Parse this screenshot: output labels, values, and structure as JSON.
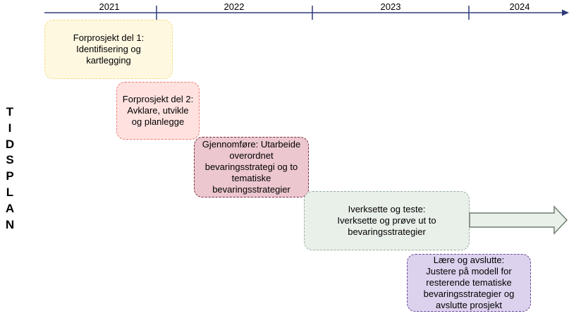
{
  "timeline": {
    "years": [
      "2021",
      "2022",
      "2023",
      "2024"
    ]
  },
  "side_label": {
    "letters": [
      "T",
      "I",
      "D",
      "S",
      "P",
      "L",
      "A",
      "N"
    ]
  },
  "phases": [
    {
      "text": "Forprosjekt del 1:\nIdentifisering og\nkartlegging"
    },
    {
      "text": "Forprosjekt del 2:\nAvklare, utvikle\nog planlegge"
    },
    {
      "text": "Gjennomføre: Utarbeide\noverordnet\nbevaringsstrategi og to\ntematiske\nbevaringsstrategier"
    },
    {
      "text": "Iverksette og teste:\nIverksette og prøve ut to\nbevaringsstrategier"
    },
    {
      "text": "Lære og avslutte:\nJustere på modell for\nresterende tematiske\nbevaringsstrategier og\navslutte prosjekt"
    }
  ],
  "colors": {
    "axis": "#2e3a78",
    "arrow_fill": "#e9efe9",
    "arrow_stroke": "#6f7f6f"
  }
}
